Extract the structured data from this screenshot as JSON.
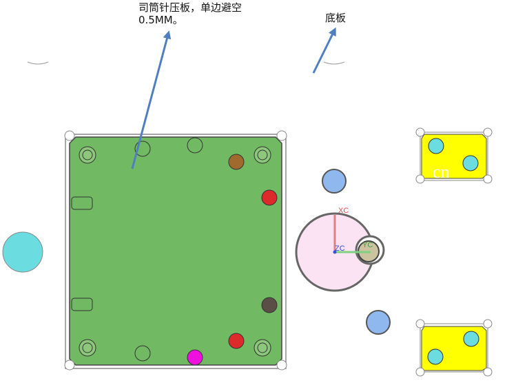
{
  "annotations": {
    "plate_note_line1": "司筒针压板，单边避空",
    "plate_note_line2": "0.5MM。",
    "base_note": "底板"
  },
  "axes": {
    "x": "XC",
    "y": "YC",
    "z": "ZC"
  },
  "watermark": "cn",
  "colors": {
    "plate": "#72b963",
    "block": "#ffff00",
    "arrow": "#4f7fbf",
    "pink": "#fbe3f3",
    "cyan": "#6bdde0",
    "red": "#dd2a2a",
    "brown": "#a0692e",
    "dark": "#5a4e47",
    "magenta": "#ee11dd",
    "bolt_blue": "#8fb8ef"
  }
}
